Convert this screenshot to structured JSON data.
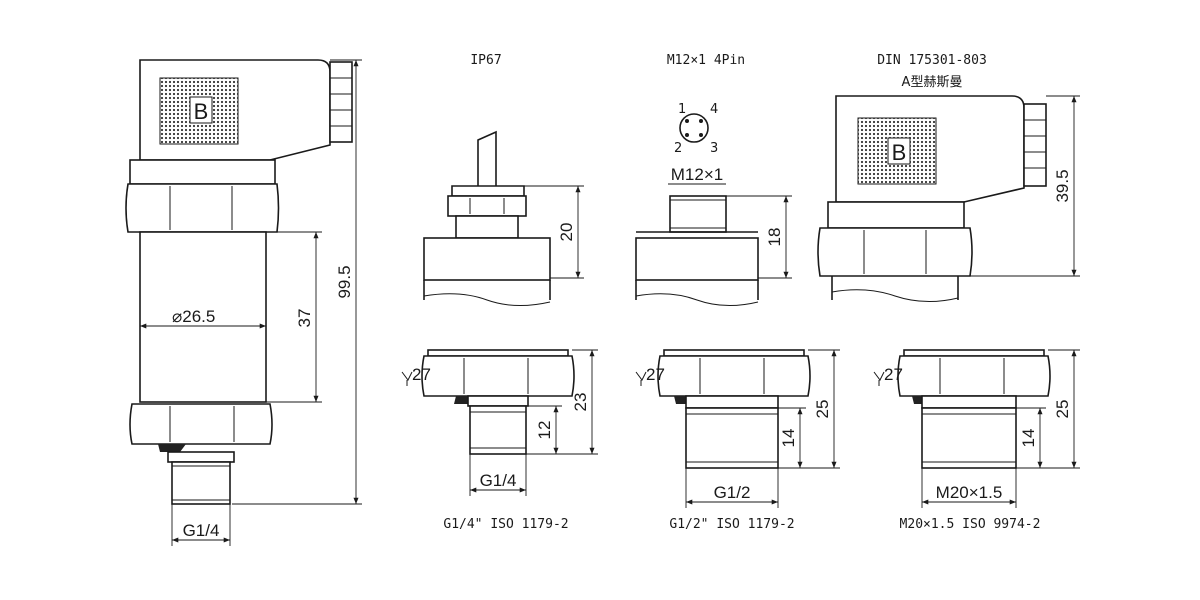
{
  "labels": {
    "ip67": "IP67",
    "m12_title": "M12×1 4Pin",
    "din_title": "DIN 175301-803",
    "din_subtitle": "A型赫斯曼",
    "pin_1": "1",
    "pin_2": "2",
    "pin_3": "3",
    "pin_4": "4",
    "m12_dim": "M12×1",
    "connector_letter": "B",
    "connector_letter_din": "B"
  },
  "dimensions": {
    "main_height": "99.5",
    "main_body_length": "37",
    "main_diameter": "⌀26.5",
    "main_thread": "G1/4",
    "ip67_height": "20",
    "m12_height": "18",
    "din_height": "39.5",
    "wrench_1": "27",
    "wrench_2": "27",
    "wrench_3": "27",
    "g14_total": "23",
    "g14_thread_len": "12",
    "g14_thread": "G1/4",
    "g12_total": "25",
    "g12_thread_len": "14",
    "g12_thread": "G1/2",
    "m20_total": "25",
    "m20_thread_len": "14",
    "m20_thread": "M20×1.5"
  },
  "captions": {
    "g14": "G1/4\"  ISO 1179-2",
    "g12": "G1/2\"  ISO 1179-2",
    "m20": "M20×1.5  ISO 9974-2"
  }
}
